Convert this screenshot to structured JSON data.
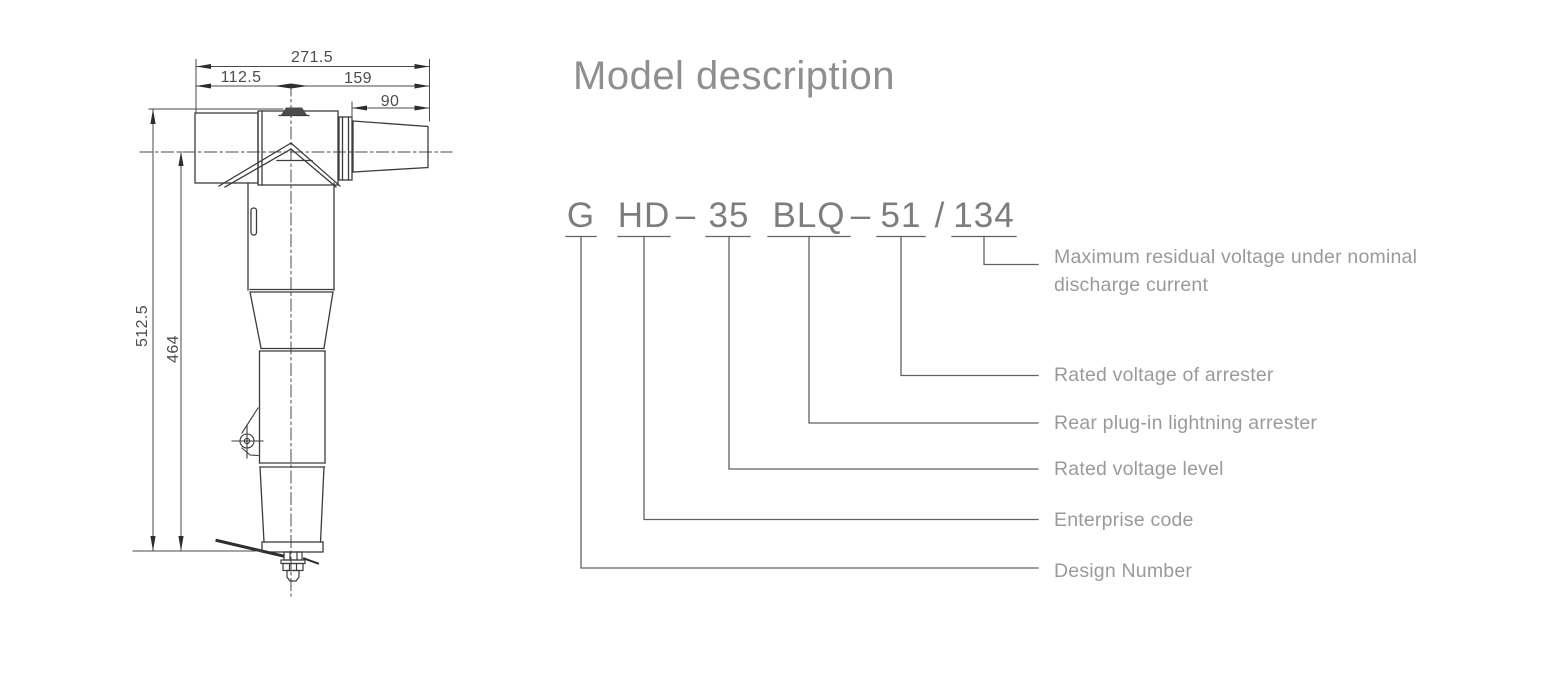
{
  "page": {
    "title": "Model description"
  },
  "drawing": {
    "description": "rear plug-in lightning arrester outline drawing",
    "dimensions": {
      "overall_width": "271.5",
      "left_section_width": "112.5",
      "right_section_width": "159",
      "bushing_length": "90",
      "overall_height": "512.5",
      "body_height": "464"
    }
  },
  "model_code": {
    "full": "G HD – 35 BLQ – 51 / 134",
    "tokens": [
      "G",
      "HD",
      "35",
      "BLQ",
      "51",
      "134"
    ],
    "separator_1": "–",
    "separator_2": "–",
    "separator_3": "/"
  },
  "legend": {
    "residual_voltage_line1": "Maximum residual voltage under nominal",
    "residual_voltage_line2": "discharge current",
    "rated_voltage_arrester": "Rated voltage of arrester",
    "rear_plug_in": "Rear plug-in lightning arrester",
    "rated_voltage_level": "Rated voltage level",
    "enterprise_code": "Enterprise code",
    "design_number": "Design Number"
  }
}
